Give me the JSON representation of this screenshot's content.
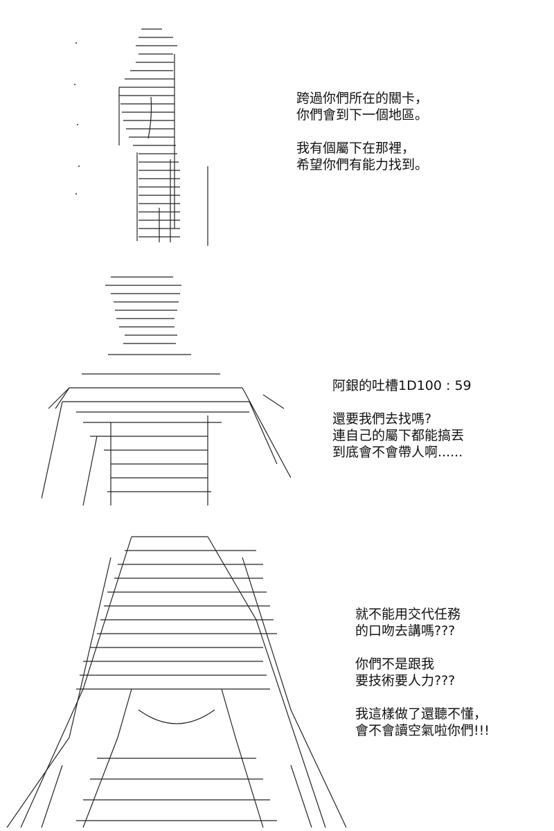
{
  "panel_1": {
    "lines": [
      "跨過你們所在的關卡，",
      "你們會到下一個地區。",
      "",
      "我有個屬下在那裡，",
      "希望你們有能力找到。"
    ]
  },
  "panel_2": {
    "lines": [
      "阿銀的吐槽1D100 : 59",
      "",
      "還要我們去找嗎?",
      "連自己的屬下都能搞丟",
      "到底會不會帶人啊......"
    ]
  },
  "panel_3": {
    "lines": [
      "就不能用交代任務",
      "的口吻去講嗎???",
      "",
      "你們不是跟我",
      "要技術要人力???",
      "",
      "我這樣做了還聽不懂，",
      "會不會讀空氣啦你們!!!"
    ]
  }
}
